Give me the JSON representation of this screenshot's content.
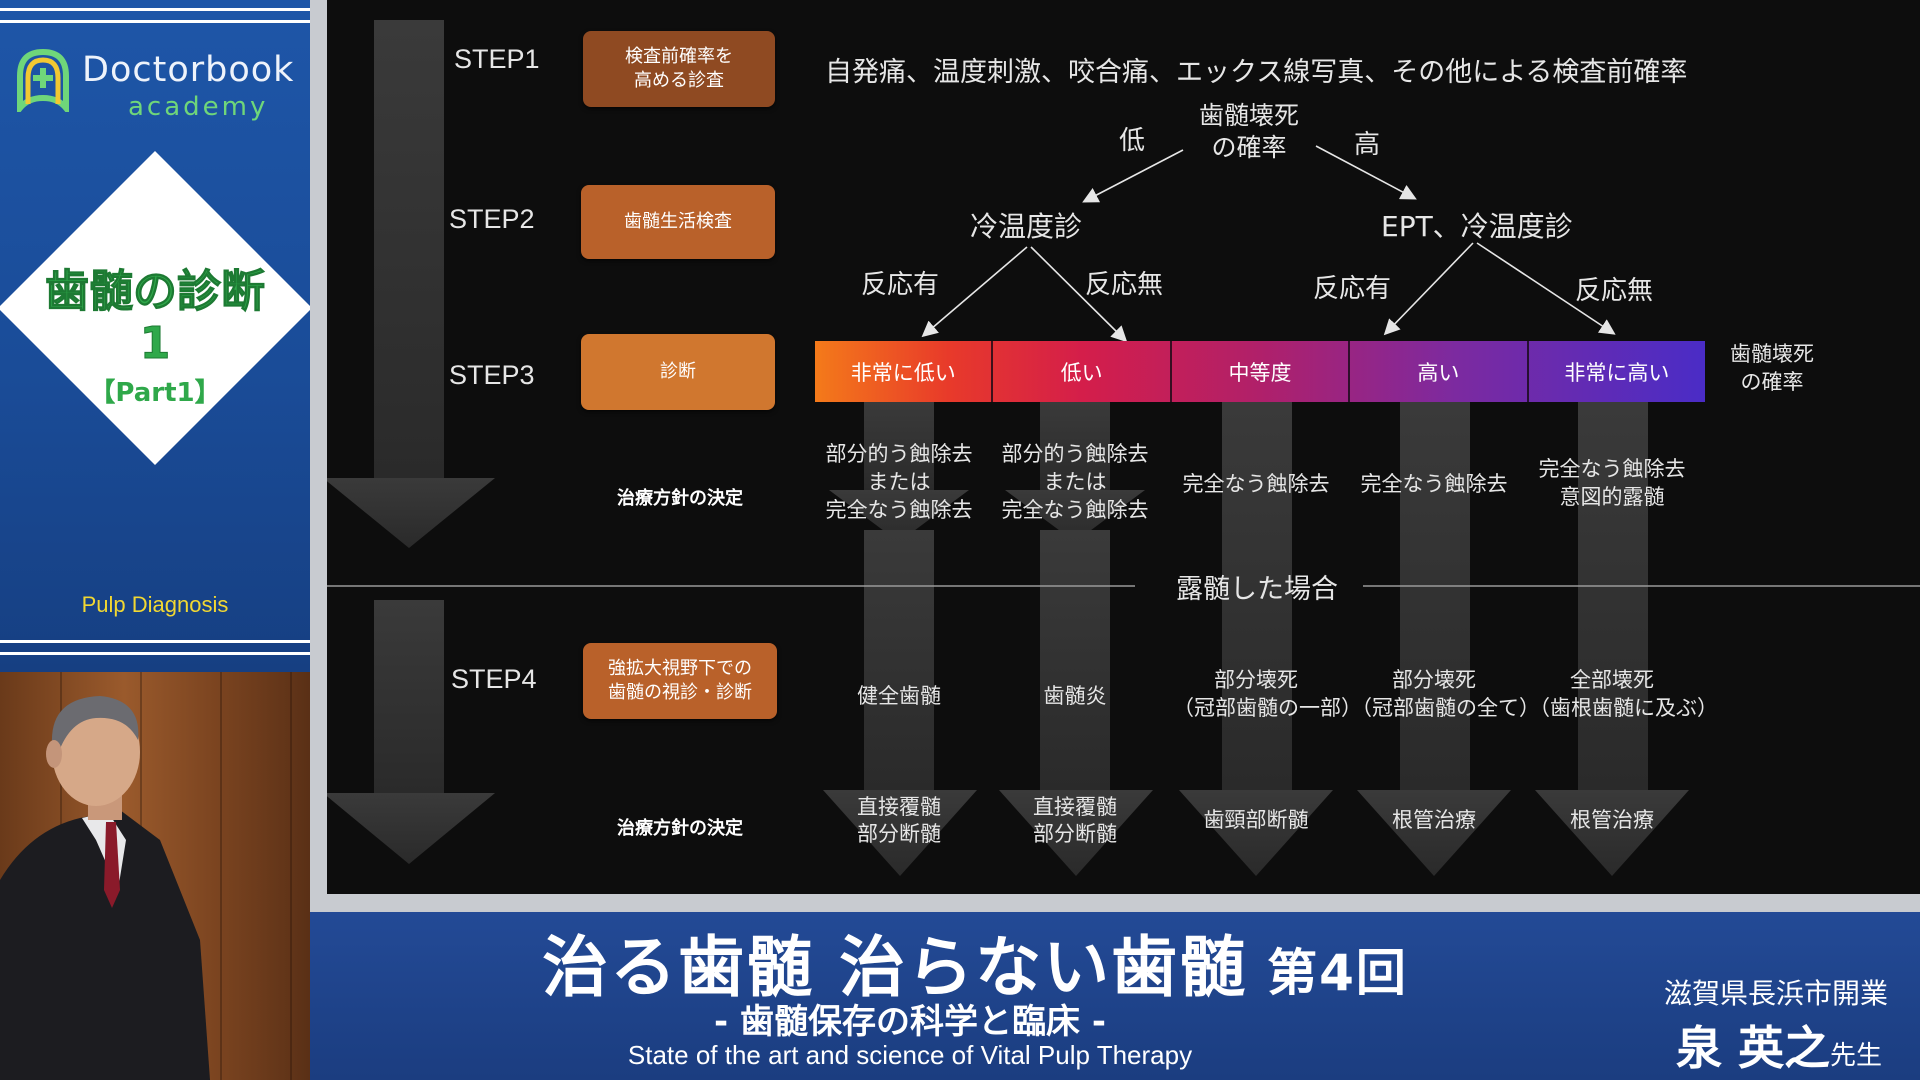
{
  "sidebar": {
    "logo_main": "Doctorbook",
    "logo_sub": "academy",
    "lecture_title": "歯髄の診断",
    "lecture_number": "1",
    "lecture_part": "【Part1】",
    "topic_en": "Pulp Diagnosis"
  },
  "slide": {
    "steps": {
      "step1": "STEP1",
      "step2": "STEP2",
      "step3": "STEP3",
      "step4": "STEP4"
    },
    "boxes": {
      "step1_line1": "検査前確率を",
      "step1_line2": "高める診査",
      "step2": "歯髄生活検査",
      "step3": "診断",
      "step4_line1": "強拡大視野下での",
      "step4_line2": "歯髄の視診・診断"
    },
    "policy_label": "治療方針の決定",
    "pretest_text": "自発痛、温度刺激、咬合痛、エックス線写真、その他による検査前確率",
    "necrosis_prob_line1": "歯髄壊死",
    "necrosis_prob_line2": "の確率",
    "low": "低",
    "high": "高",
    "cold_test": "冷温度診",
    "ept_cold_test": "EPT、冷温度診",
    "response_yes": "反応有",
    "response_no": "反応無",
    "scale": [
      "非常に低い",
      "低い",
      "中等度",
      "高い",
      "非常に高い"
    ],
    "scale_label_line1": "歯髄壊死",
    "scale_label_line2": "の確率",
    "treatments_step3": [
      {
        "l1": "部分的う蝕除去",
        "l2": "または",
        "l3": "完全なう蝕除去"
      },
      {
        "l1": "部分的う蝕除去",
        "l2": "または",
        "l3": "完全なう蝕除去"
      },
      {
        "l1": "完全なう蝕除去"
      },
      {
        "l1": "完全なう蝕除去"
      },
      {
        "l1": "完全なう蝕除去",
        "l2": "意図的露髄"
      }
    ],
    "exposed_label": "露髄した場合",
    "step4_states": [
      {
        "l1": "健全歯髄"
      },
      {
        "l1": "歯髄炎"
      },
      {
        "l1": "部分壊死",
        "l2": "（冠部歯髄の一部）"
      },
      {
        "l1": "部分壊死",
        "l2": "（冠部歯髄の全て）"
      },
      {
        "l1": "全部壊死",
        "l2": "（歯根歯髄に及ぶ）"
      }
    ],
    "step4_treatments": [
      {
        "l1": "直接覆髄",
        "l2": "部分断髄"
      },
      {
        "l1": "直接覆髄",
        "l2": "部分断髄"
      },
      {
        "l1": "歯頸部断髄"
      },
      {
        "l1": "根管治療"
      },
      {
        "l1": "根管治療"
      }
    ]
  },
  "banner": {
    "title": "治る歯髄 治らない歯髄",
    "episode": "第4回",
    "subtitle": "- 歯髄保存の科学と臨床 -",
    "subtitle_en": "State of the art and science of Vital Pulp Therapy",
    "presenter_location": "滋賀県長浜市開業",
    "presenter_name": "泉 英之",
    "presenter_honorific": "先生"
  },
  "colors": {
    "sidebar_blue": "#1e56a8",
    "logo_green": "#6fd67a",
    "title_green": "#2fa84a",
    "topic_yellow": "#f2d832",
    "step_box_orange": "#b9612a",
    "banner_blue": "#234a96"
  }
}
